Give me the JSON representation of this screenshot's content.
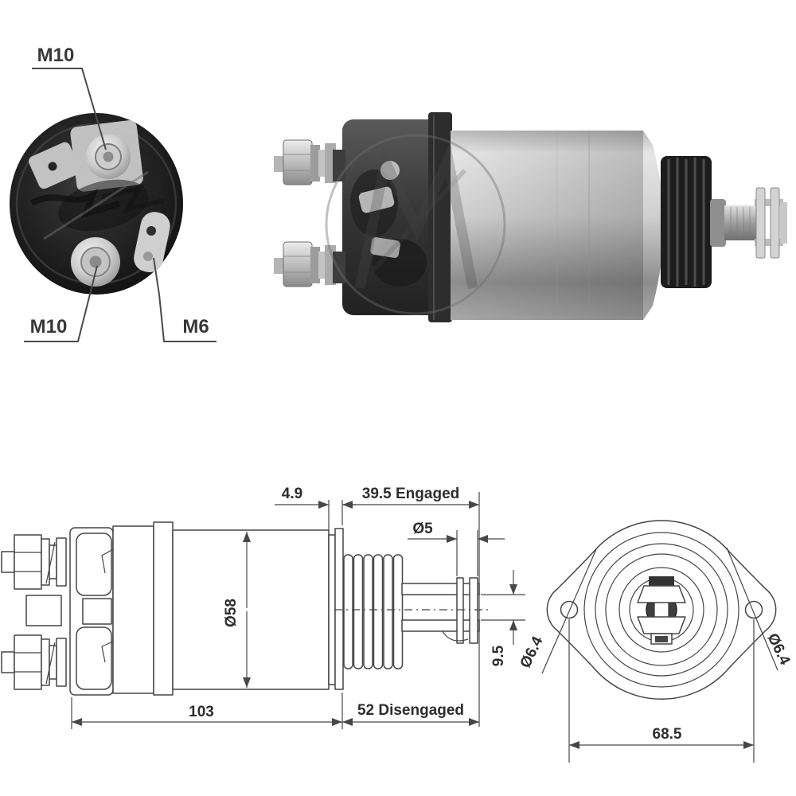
{
  "page": {
    "background": "#ffffff"
  },
  "end_view": {
    "labels": {
      "top_terminal": "M10",
      "bottom_terminal": "M10",
      "aux_terminal": "M6"
    }
  },
  "side_view": {
    "watermark_icon": "zm-brand-watermark-icon"
  },
  "side_drawing": {
    "dimensions": {
      "flange_thickness": "4.9",
      "engaged_travel": "39.5 Engaged",
      "pin_diameter": "Ø5",
      "body_diameter": "Ø58",
      "fork_slot": "9.5",
      "body_length": "103",
      "disengaged_travel": "52 Disengaged"
    }
  },
  "flange_drawing": {
    "dimensions": {
      "left_hole_diameter": "Ø6.4",
      "right_hole_diameter": "Ø6.4",
      "hole_spacing": "68.5"
    }
  },
  "colors": {
    "drawing_line": "#454545",
    "dimension_text": "#2d2d2d",
    "photo_metal_light": "#e6e6e6",
    "photo_metal_dark": "#2d2d2d"
  }
}
